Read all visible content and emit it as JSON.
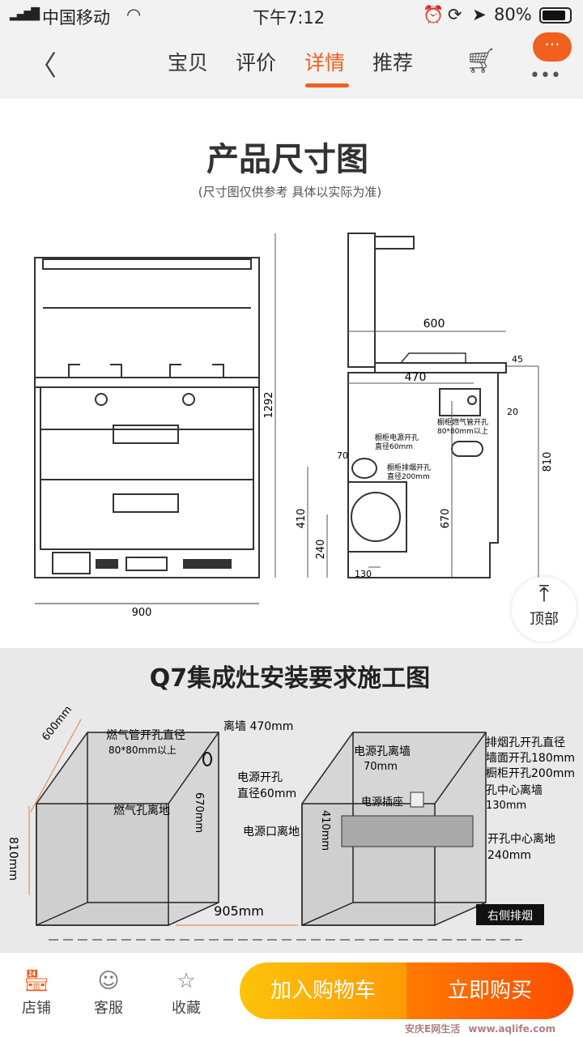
{
  "status_bar": {
    "carrier": "中国移动",
    "time": "下午7:12",
    "battery": "80%"
  },
  "nav": {
    "tabs": [
      "宝贝",
      "评价",
      "详情",
      "推荐"
    ],
    "active_tab": "详情",
    "menu_badge": "···"
  },
  "size_chart": {
    "title": "产品尺寸图",
    "subtitle": "(尺寸图仅供参考 具体以实际为准)",
    "front_width": "900",
    "height": "1292",
    "depth": "600",
    "d470": "470",
    "d45": "45",
    "d20": "20",
    "d810": "810",
    "d670": "670",
    "d410": "410",
    "d240": "240",
    "d130": "130",
    "d70": "70",
    "power_hole": [
      "橱柜电源开孔",
      "直径60mm"
    ],
    "exhaust_hole": [
      "橱柜排烟开孔",
      "直径200mm"
    ],
    "gas_hole": [
      "橱柜燃气管开孔",
      "80*80mm以上"
    ]
  },
  "install": {
    "title": "Q7集成灶安装要求施工图",
    "depth": "600mm",
    "height": "810mm",
    "gap": "905mm",
    "gas_label": [
      "燃气管开孔直径",
      "80*80mm以上"
    ],
    "wall": "离墙 470mm",
    "gas_floor": "燃气孔离地",
    "gas_floor_val": "670mm",
    "power_wall": [
      "电源孔离墙",
      "70mm"
    ],
    "power_hole": [
      "电源开孔",
      "直径60mm"
    ],
    "socket": "电源插座",
    "power_floor": "电源口离地",
    "power_floor_val": "410mm",
    "exhaust": [
      "排烟孔开孔直径",
      "墙面开孔180mm",
      "橱柜开孔200mm"
    ],
    "center_wall": [
      "孔中心离墙",
      "130mm"
    ],
    "center_floor": [
      "开孔中心离地",
      "240mm"
    ],
    "badge": "右侧排烟"
  },
  "back_to_top": "顶部",
  "bottom_bar": {
    "shop": "店铺",
    "service": "客服",
    "favorite": "收藏",
    "add_cart": "加入购物车",
    "buy_now": "立即购买"
  },
  "watermark": [
    "安庆E网生活",
    "www.aqlife.com"
  ],
  "colors": {
    "accent": "#f0601e"
  }
}
